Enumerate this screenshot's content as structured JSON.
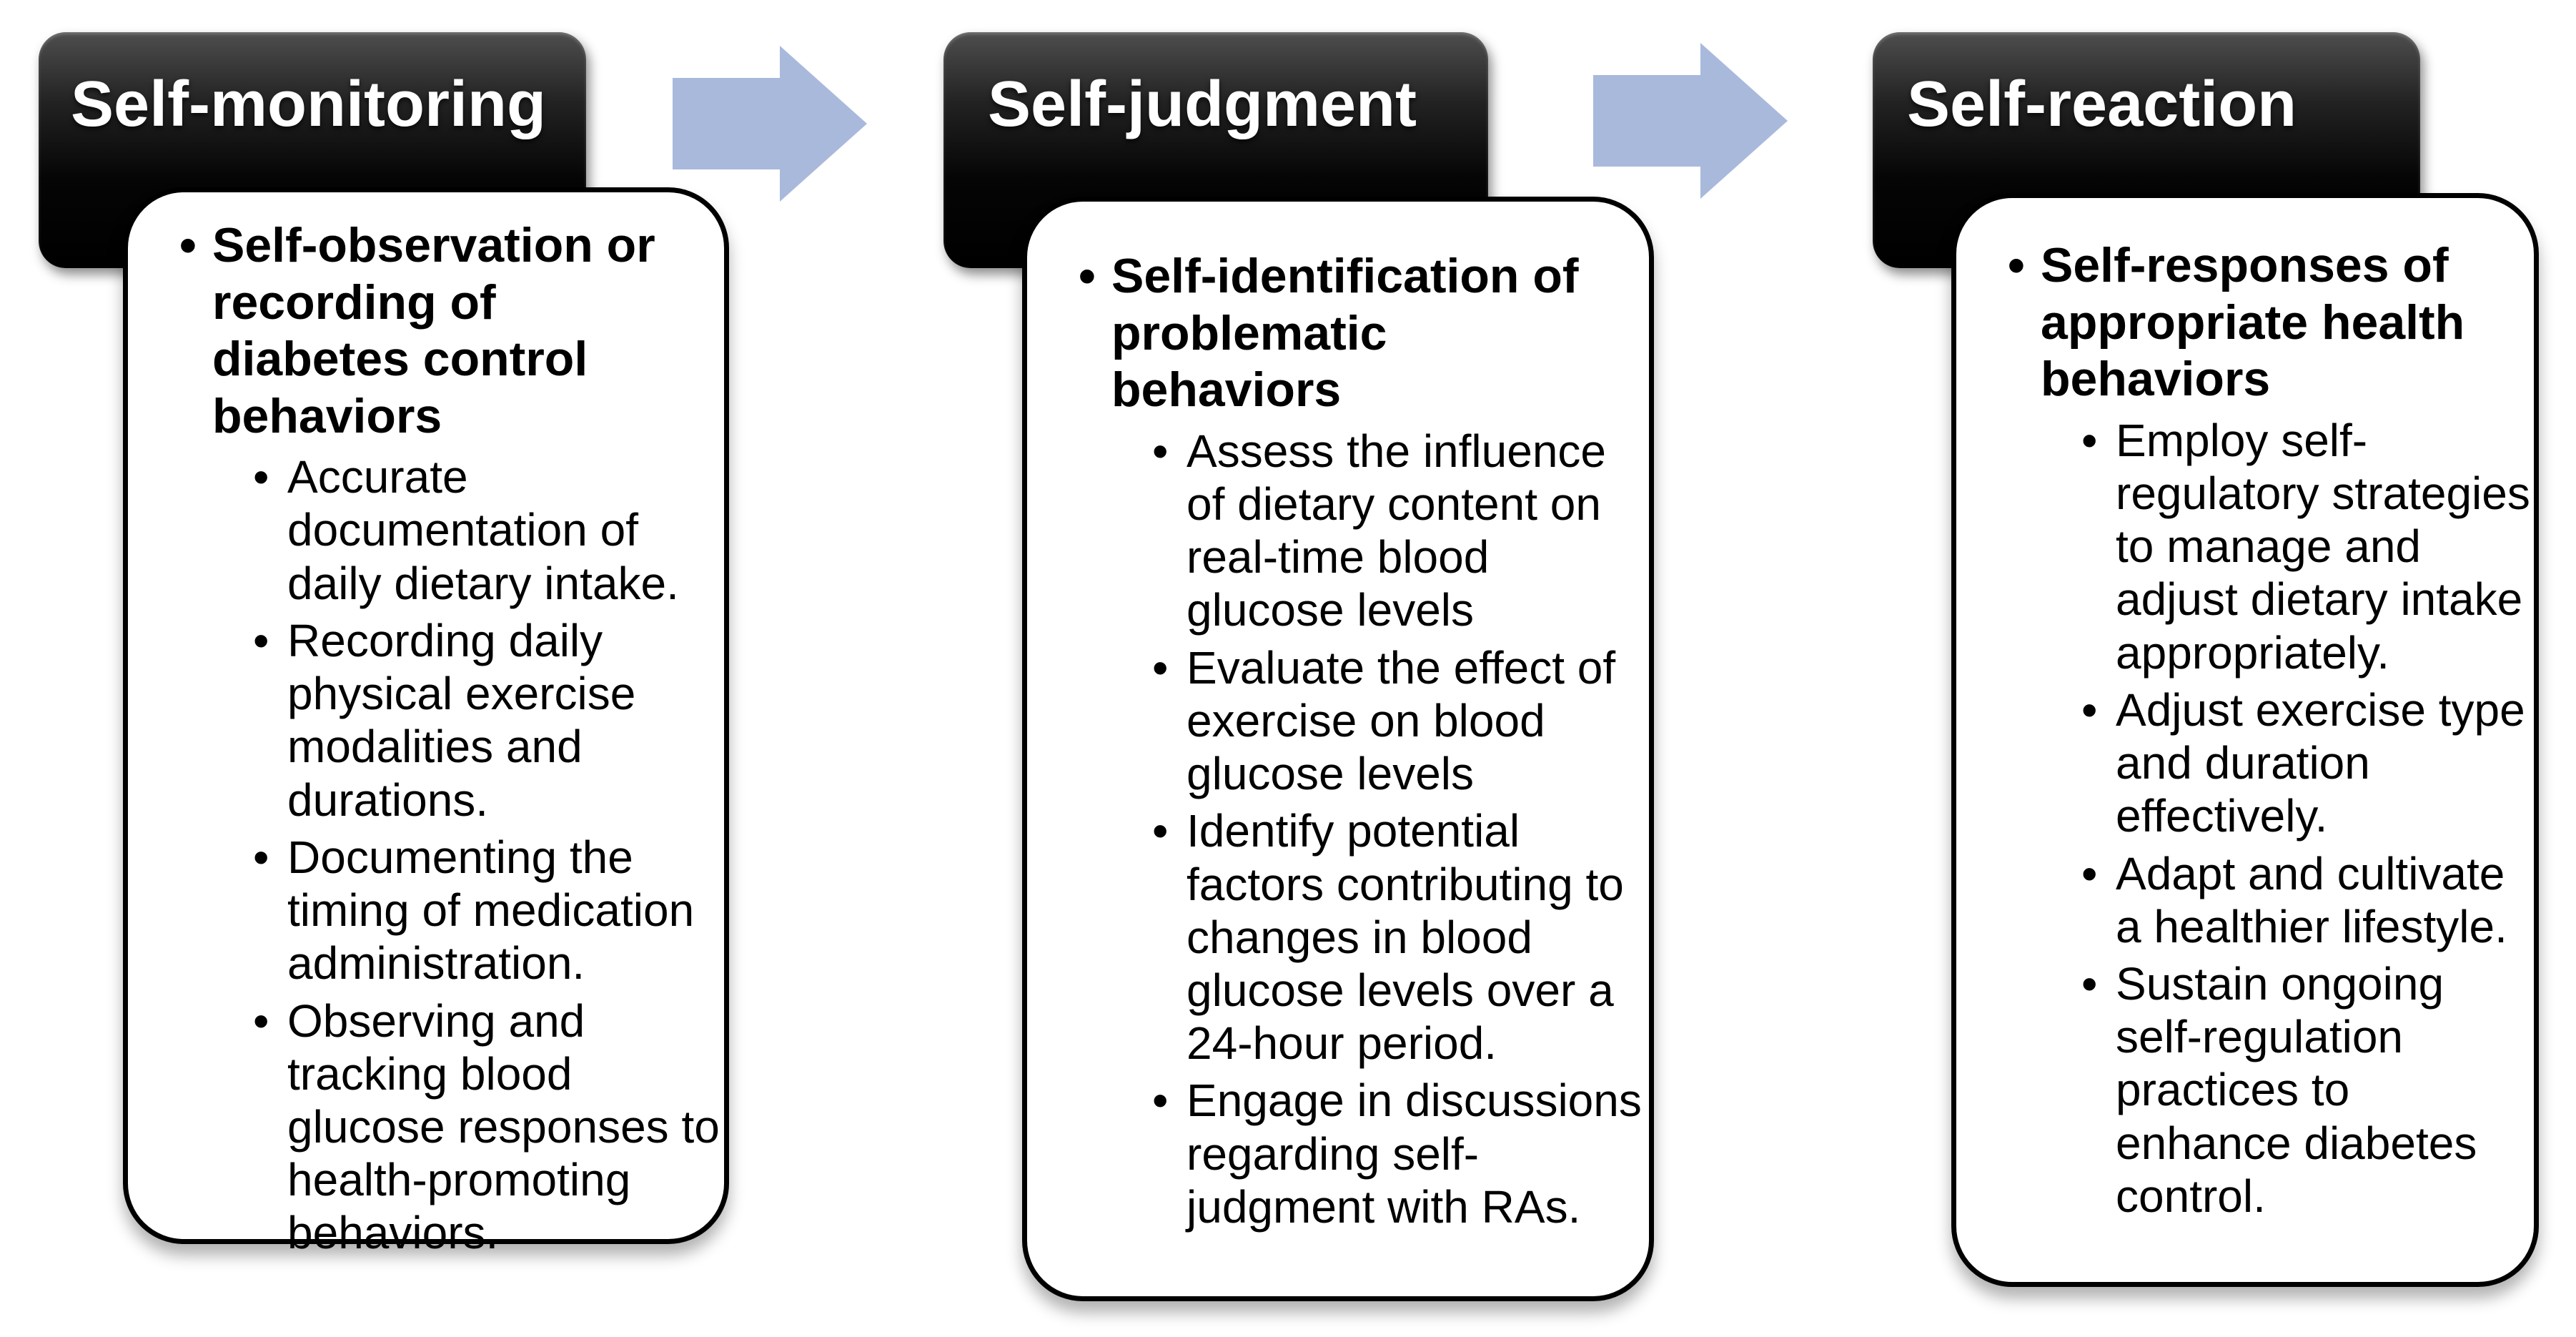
{
  "figure": {
    "description": "Three-stage self-regulation cycle diagram for diabetes control",
    "colors": {
      "arrow": "#a9b9dc",
      "header_background": "#000000",
      "header_text": "#ffffff",
      "card_background": "#ffffff",
      "card_border": "#000000",
      "body_text": "#000000"
    },
    "columns": [
      {
        "header": "Self-monitoring",
        "main_bullet": "Self-observation or recording of diabetes control behaviors",
        "sub_bullets": [
          "Accurate documentation of daily dietary intake.",
          "Recording daily physical exercise modalities and durations.",
          "Documenting the timing of medication administration.",
          "Observing and tracking blood glucose responses to health-promoting behaviors."
        ]
      },
      {
        "header": "Self-judgment",
        "main_bullet": "Self-identification of problematic behaviors",
        "sub_bullets": [
          "Assess the influence of dietary content on real-time blood glucose levels",
          "Evaluate the effect of exercise on blood glucose levels",
          "Identify potential factors contributing to changes in blood glucose levels over a 24-hour period.",
          "Engage in discussions regarding self-judgment with RAs."
        ]
      },
      {
        "header": "Self-reaction",
        "main_bullet": "Self-responses of appropriate health behaviors",
        "sub_bullets": [
          "Employ self-regulatory strategies to manage and adjust dietary intake appropriately.",
          "Adjust exercise type and duration effectively.",
          "Adapt and cultivate a healthier lifestyle.",
          "Sustain ongoing self-regulation practices to enhance diabetes control."
        ]
      }
    ]
  }
}
